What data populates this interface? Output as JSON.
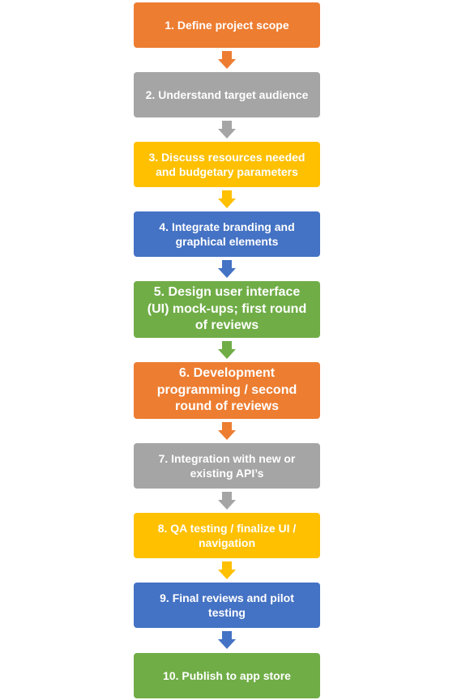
{
  "steps": [
    {
      "label": "1. Define project scope",
      "color": "#ed7d31"
    },
    {
      "label": "2. Understand target audience",
      "color": "#a5a5a5"
    },
    {
      "label": "3. Discuss resources needed and budgetary parameters",
      "color": "#ffc000"
    },
    {
      "label": "4. Integrate branding and graphical elements",
      "color": "#4472c4"
    },
    {
      "label": "5. Design user interface (UI) mock-ups; first round of reviews",
      "color": "#70ad47"
    },
    {
      "label": "6. Development programming / second round of reviews",
      "color": "#ed7d31"
    },
    {
      "label": "7. Integration with new or existing API’s",
      "color": "#a5a5a5"
    },
    {
      "label": "8. QA testing / finalize UI / navigation",
      "color": "#ffc000"
    },
    {
      "label": "9. Final reviews and pilot testing",
      "color": "#4472c4"
    },
    {
      "label": "10. Publish to app store",
      "color": "#70ad47"
    }
  ]
}
